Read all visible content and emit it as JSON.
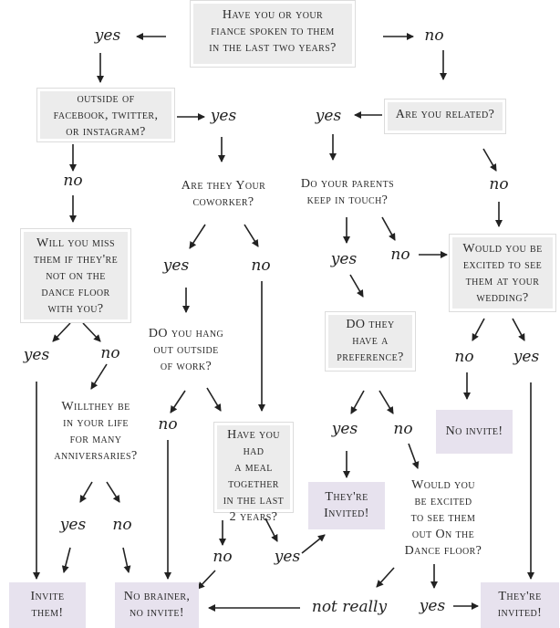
{
  "questions": {
    "spoken": "Have you or your\nfiance spoken to them\nin the last two years?",
    "social": "outside of\nfacebook, twitter,\nor instagram?",
    "related": "Are you related?",
    "coworker": "Are they Your\ncoworker?",
    "parents": "Do your parents\nkeep in touch?",
    "miss": "Will you miss\nthem if they're\nnot on the\ndance floor\nwith you?",
    "excited_wedding": "Would you be\nexcited to see\nthem at your\nwedding?",
    "hangout": "DO you hang\nout outside\nof work?",
    "preference": "DO they\nhave a\npreference?",
    "anniversaries": "Willthey be\nin your life\nfor many\nanniversaries?",
    "meal": "Have you had\na meal\ntogether\nin the last\n2 years?",
    "dance": "Would you\nbe excited\nto see them\nout On the\nDance floor?"
  },
  "results": {
    "no_invite": "No invite!",
    "theyre_invited_1": "They're\nInvited!",
    "invite_them": "Invite\nthem!",
    "no_brainer": "No brainer,\nno invite!",
    "theyre_invited_2": "They're\ninvited!"
  },
  "answers": {
    "a1": "yes",
    "a2": "no",
    "a3": "yes",
    "a4": "yes",
    "a5": "no",
    "a6": "no",
    "a7": "yes",
    "a8": "no",
    "a9": "yes",
    "a10": "no",
    "a11": "no",
    "a12": "yes",
    "a13": "no",
    "a14": "no",
    "a15": "yes",
    "a16": "yes",
    "a17": "no",
    "a18": "yes",
    "a19": "no",
    "a20": "no",
    "a21": "yes",
    "a22": "not really",
    "a23": "yes"
  },
  "colors": {
    "question_fill": "#ececec",
    "result_fill": "#e7e2ee",
    "arrow": "#222222"
  }
}
